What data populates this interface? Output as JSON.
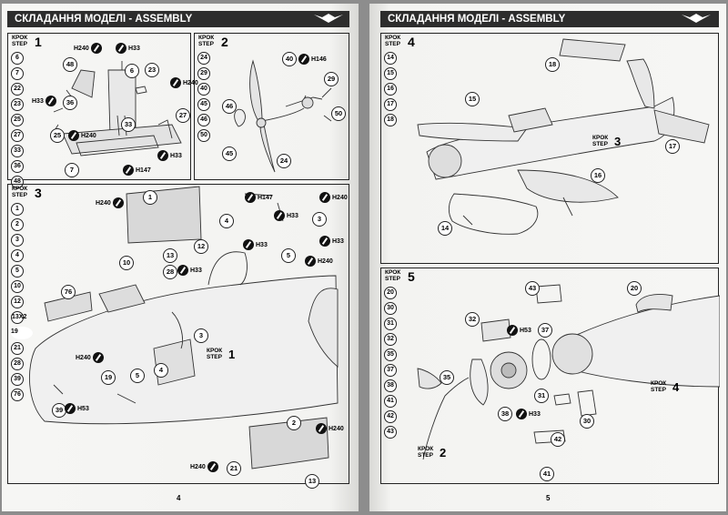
{
  "header_title": "СКЛАДАННЯ МОДЕЛІ - ASSEMBLY",
  "step_word_ua": "КРОК",
  "step_word_en": "STEP",
  "left_page": {
    "page_number": "4",
    "step1": {
      "number": "1",
      "parts": [
        "6",
        "7",
        "22",
        "23",
        "25",
        "27",
        "33",
        "36",
        "48"
      ],
      "callouts": [
        "48",
        "6",
        "23",
        "36",
        "25",
        "33",
        "27",
        "7"
      ],
      "codes": [
        "H240",
        "H33",
        "H33",
        "H240",
        "H240",
        "H33",
        "H147"
      ]
    },
    "step2": {
      "number": "2",
      "parts": [
        "24",
        "29",
        "40",
        "45",
        "46",
        "50"
      ],
      "callouts": [
        "40",
        "29",
        "46",
        "50",
        "45",
        "24"
      ],
      "codes": [
        "H146"
      ]
    },
    "step3": {
      "number": "3",
      "parts": [
        "1",
        "2",
        "3",
        "4",
        "5",
        "10",
        "12",
        "13X2",
        "19",
        "21",
        "28",
        "39",
        "76"
      ],
      "callouts": [
        "1",
        "12",
        "13",
        "10",
        "28",
        "3",
        "76",
        "4",
        "5",
        "19",
        "39",
        "2",
        "21",
        "13",
        "5",
        "3",
        "4"
      ],
      "codes": [
        "H240",
        "H33",
        "H240",
        "H53",
        "H147",
        "H33",
        "H240",
        "H33",
        "H33",
        "H240",
        "H240",
        "H240"
      ],
      "ref_step": "1"
    }
  },
  "right_page": {
    "page_number": "5",
    "step4": {
      "number": "4",
      "parts": [
        "14",
        "15",
        "16",
        "17",
        "18"
      ],
      "callouts": [
        "18",
        "15",
        "17",
        "16",
        "14"
      ],
      "ref_step": "3"
    },
    "step5": {
      "number": "5",
      "parts": [
        "20",
        "30",
        "31",
        "32",
        "35",
        "37",
        "38",
        "41",
        "42",
        "43"
      ],
      "callouts": [
        "43",
        "20",
        "32",
        "37",
        "35",
        "31",
        "38",
        "30",
        "42",
        "41"
      ],
      "codes": [
        "H53",
        "H33"
      ],
      "ref_step_left": "2",
      "ref_step_right": "4"
    }
  }
}
